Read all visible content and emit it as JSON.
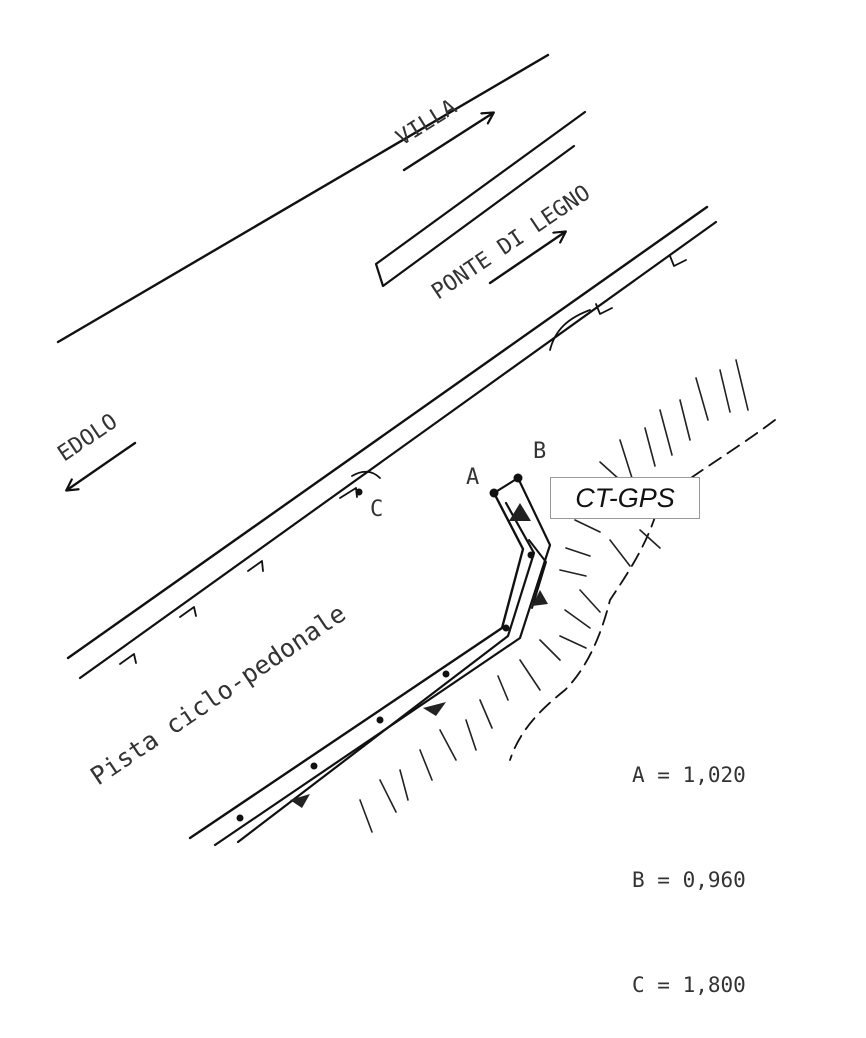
{
  "directions": {
    "villa": "VILLA",
    "ponte_di_legno": "PONTE DI LEGNO",
    "edolo": "EDOLO"
  },
  "path_label": "Pista ciclo-pedonale",
  "points": {
    "a": "A",
    "b": "B",
    "c": "C"
  },
  "instrument_label": "CT-GPS",
  "measurements": [
    {
      "label": "A",
      "text": "A = 1,020"
    },
    {
      "label": "B",
      "text": "B = 0,960"
    },
    {
      "label": "C",
      "text": "C = 1,800"
    }
  ]
}
